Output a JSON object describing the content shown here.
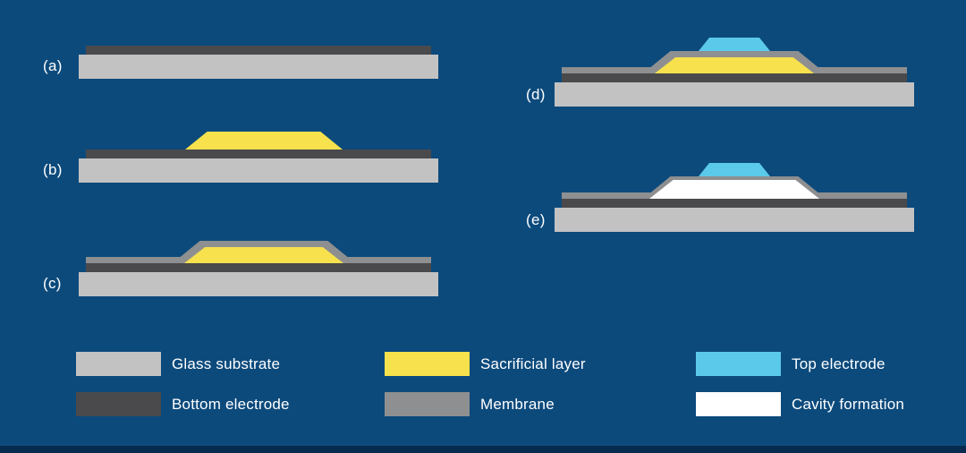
{
  "colors": {
    "background": "#0C4A7C",
    "footer_bar": "#072B4E",
    "glass": "#C2C2C2",
    "bottom_electrode": "#4A4A4C",
    "sacrificial": "#F7E14D",
    "membrane": "#8E8F90",
    "top_electrode": "#5BC9EA",
    "cavity": "#FFFFFF",
    "text": "#FFFFFF"
  },
  "steps": [
    {
      "label": "(a)",
      "layers": [
        "glass_substrate",
        "bottom_electrode"
      ]
    },
    {
      "label": "(b)",
      "layers": [
        "glass_substrate",
        "bottom_electrode",
        "sacrificial_layer"
      ]
    },
    {
      "label": "(c)",
      "layers": [
        "glass_substrate",
        "bottom_electrode",
        "sacrificial_layer",
        "membrane"
      ]
    },
    {
      "label": "(d)",
      "layers": [
        "glass_substrate",
        "bottom_electrode",
        "sacrificial_layer",
        "membrane",
        "top_electrode"
      ]
    },
    {
      "label": "(e)",
      "layers": [
        "glass_substrate",
        "bottom_electrode",
        "cavity_formation",
        "membrane",
        "top_electrode"
      ]
    }
  ],
  "legend": [
    {
      "label": "Glass substrate",
      "swatch": "glass"
    },
    {
      "label": "Bottom electrode",
      "swatch": "bottom_electrode"
    },
    {
      "label": "Sacrificial layer",
      "swatch": "sacrificial"
    },
    {
      "label": "Membrane",
      "swatch": "membrane"
    },
    {
      "label": "Top electrode",
      "swatch": "top_electrode"
    },
    {
      "label": "Cavity formation",
      "swatch": "cavity"
    }
  ]
}
